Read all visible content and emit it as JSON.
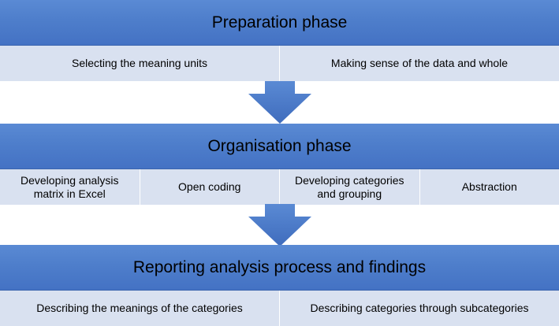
{
  "phases": [
    {
      "title": "Preparation phase",
      "items": [
        "Selecting the meaning units",
        "Making sense of the data and whole"
      ]
    },
    {
      "title": "Organisation phase",
      "items": [
        "Developing analysis matrix in Excel",
        "Open coding",
        "Developing categories and grouping",
        "Abstraction"
      ]
    },
    {
      "title": "Reporting analysis process and findings",
      "items": [
        "Describing the meanings of the categories",
        "Describing categories through subcategories"
      ]
    }
  ],
  "colors": {
    "header": "#4472c4",
    "item_bg": "#d9e1f0",
    "arrow": "#4472c4"
  }
}
